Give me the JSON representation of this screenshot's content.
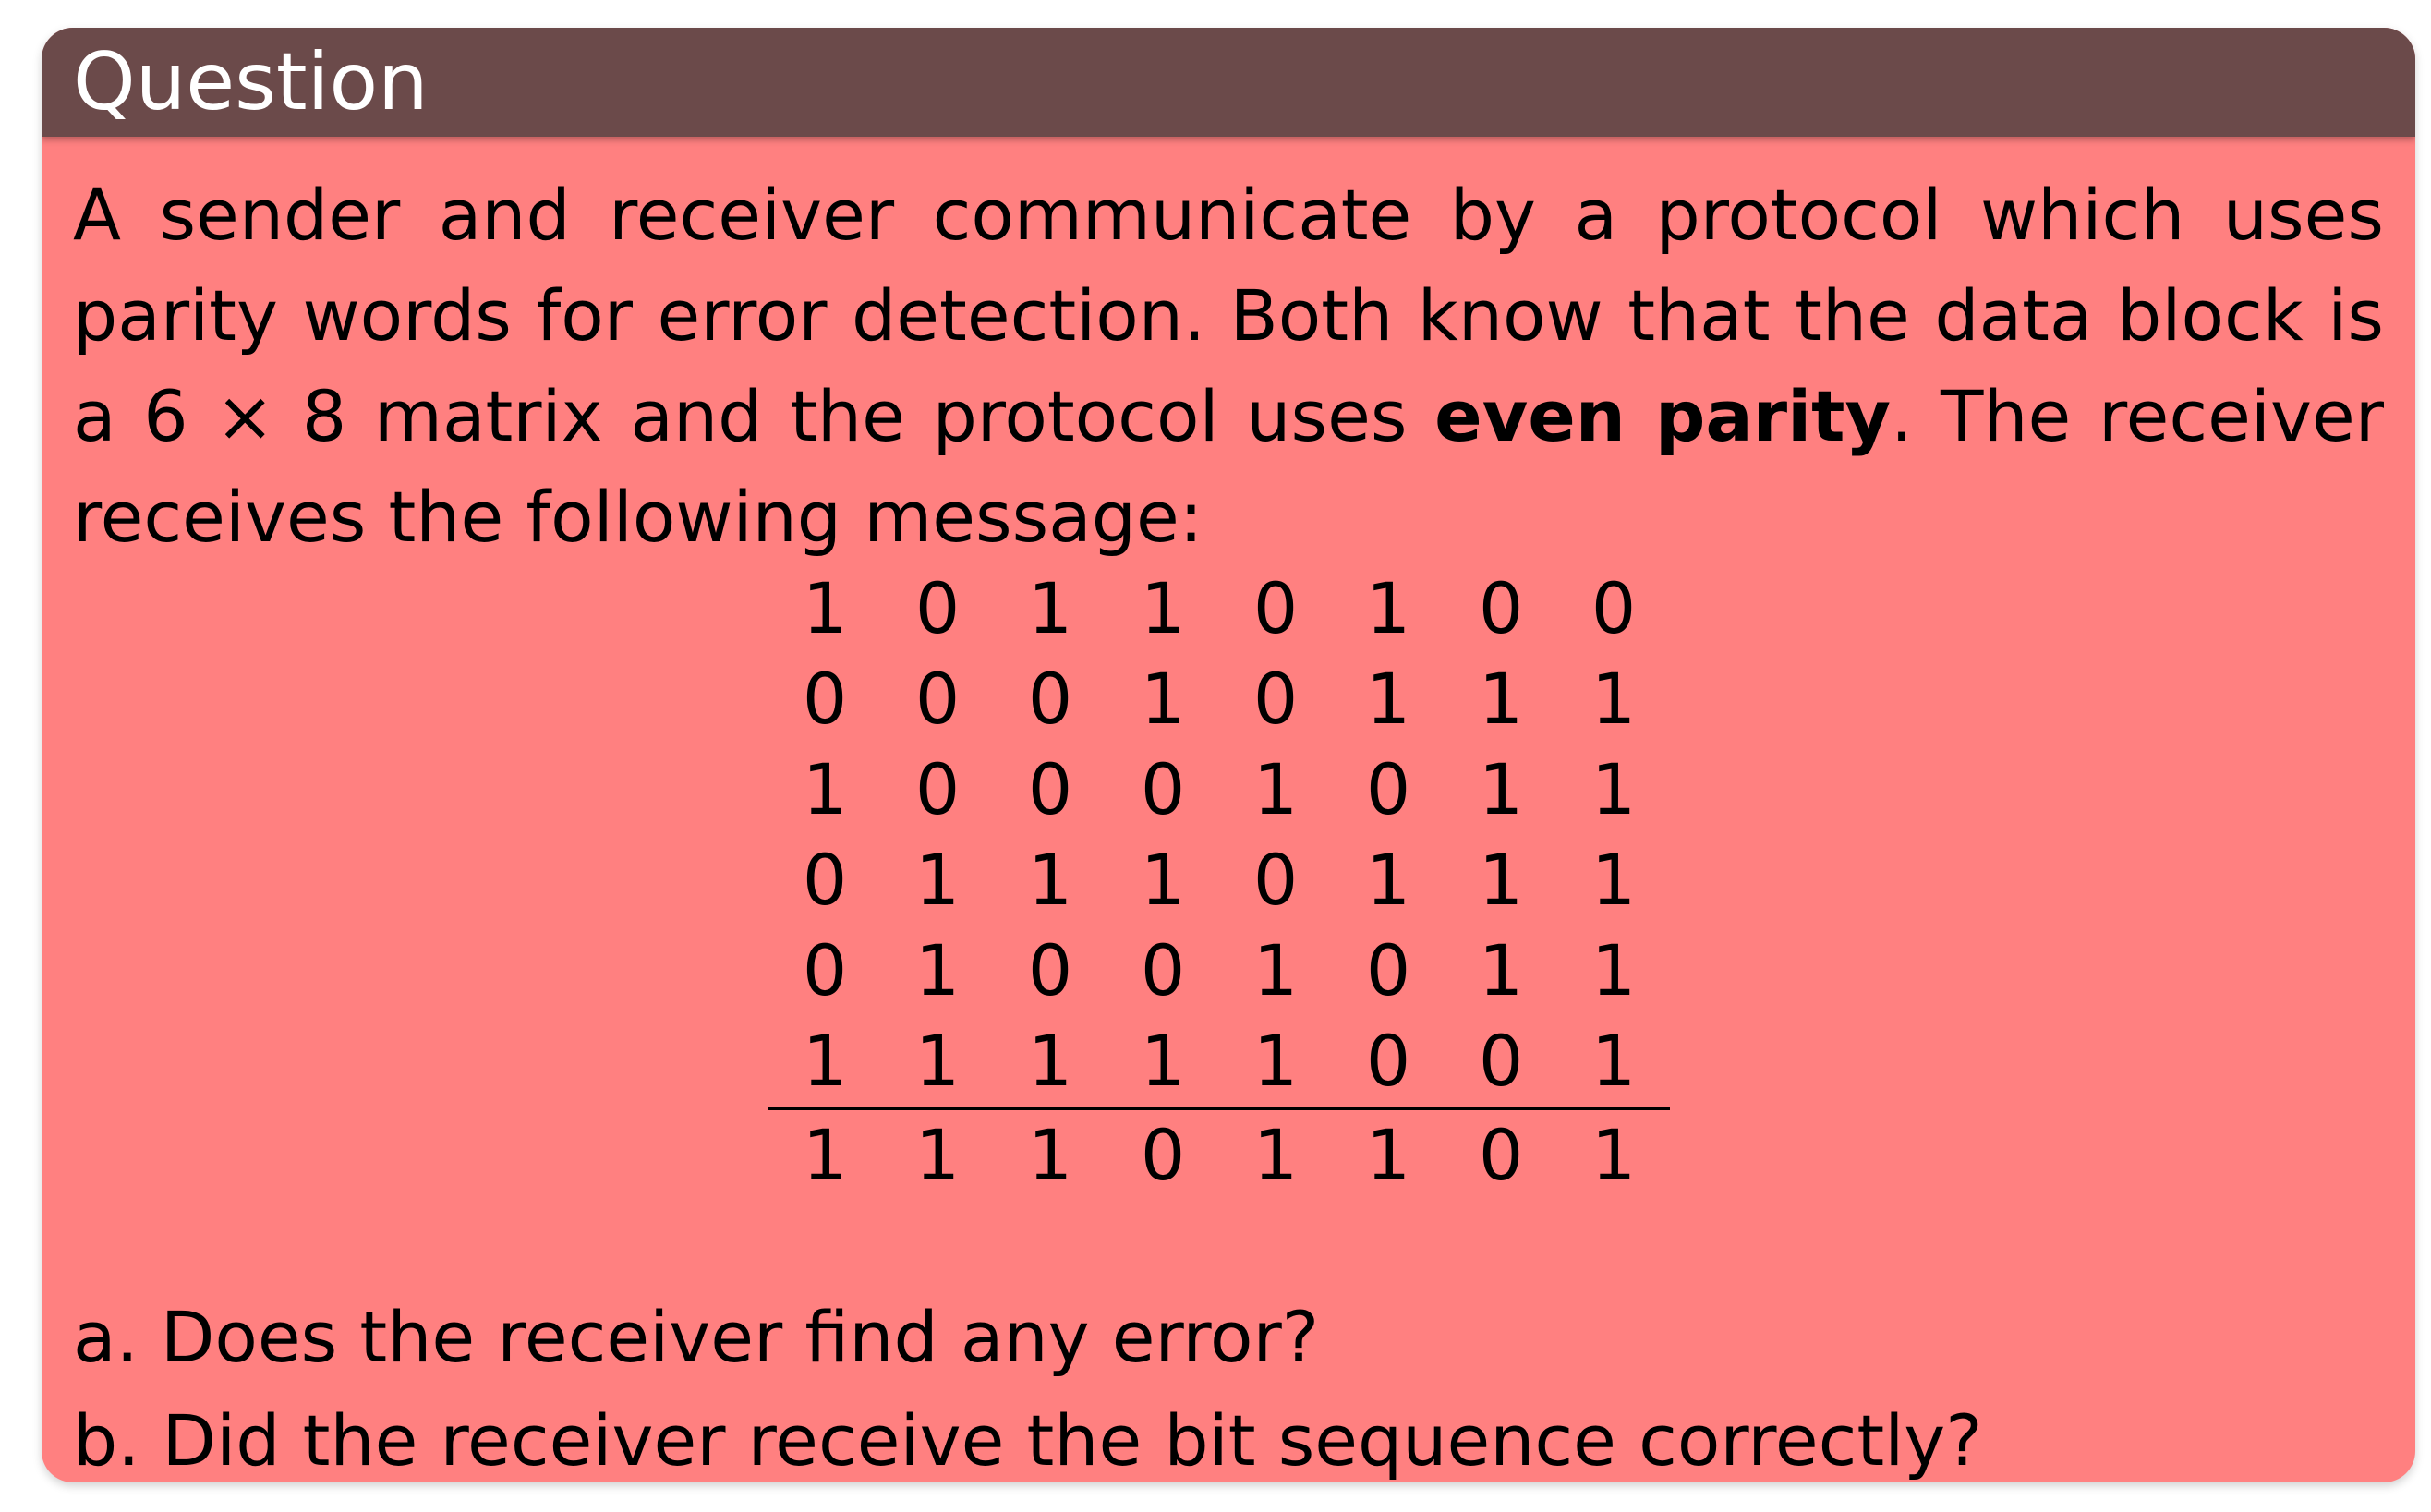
{
  "block": {
    "title": "Question",
    "paragraph": {
      "part1": "A sender and receiver communicate by a protocol which uses parity words for error detection. Both know that the data block is a 6 × 8 matrix and the protocol uses ",
      "bold": "even parity",
      "part2": ". The receiver receives the following message:"
    },
    "matrix": {
      "rows": [
        [
          "1",
          "0",
          "1",
          "1",
          "0",
          "1",
          "0",
          "0"
        ],
        [
          "0",
          "0",
          "0",
          "1",
          "0",
          "1",
          "1",
          "1"
        ],
        [
          "1",
          "0",
          "0",
          "0",
          "1",
          "0",
          "1",
          "1"
        ],
        [
          "0",
          "1",
          "1",
          "1",
          "0",
          "1",
          "1",
          "1"
        ],
        [
          "0",
          "1",
          "0",
          "0",
          "1",
          "0",
          "1",
          "1"
        ],
        [
          "1",
          "1",
          "1",
          "1",
          "1",
          "0",
          "0",
          "1"
        ]
      ],
      "parity_row": [
        "1",
        "1",
        "1",
        "0",
        "1",
        "1",
        "0",
        "1"
      ]
    },
    "questions": [
      "a. Does the receiver find any error?",
      "b. Did the receiver receive the bit sequence correctly?"
    ]
  },
  "colors": {
    "title_bar": "#6b4a4a",
    "body": "#ff8080",
    "title_text": "#ffffff"
  }
}
